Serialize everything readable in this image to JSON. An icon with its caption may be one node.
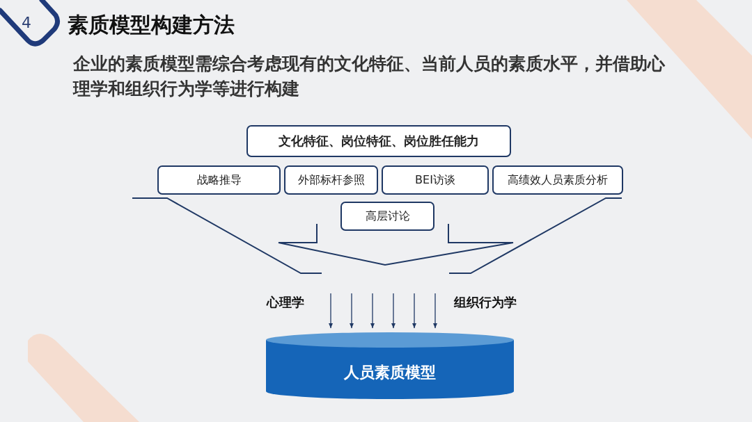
{
  "diagram": {
    "title": "素质模型构建方法",
    "nodes": [
      {
        "text": [
          "文化特征、岗位特征、岗位胜任能力"
        ]
      },
      {
        "text": [
          "战略推导"
        ]
      },
      {
        "text": [
          "外部标杆参照"
        ]
      },
      {
        "text": [
          "BEI访谈"
        ]
      },
      {
        "text": [
          "高绩效人员素质分析"
        ]
      },
      {
        "text": [
          "高层讨论"
        ]
      },
      {
        "text": [
          "人员素质模型"
        ]
      }
    ],
    "edges": [
      {
        "from": null,
        "to": 6,
        "arrow": "to"
      },
      {
        "from": null,
        "to": 6,
        "arrow": "to"
      },
      {
        "from": null,
        "to": 6,
        "arrow": "to"
      },
      {
        "from": null,
        "to": 6,
        "arrow": "to"
      },
      {
        "from": null,
        "to": 6,
        "arrow": "to"
      },
      {
        "from": null,
        "to": 6,
        "arrow": "to"
      }
    ],
    "labels": [
      "4",
      "企业的素质模型需综合考虑现有的文化特征、当前人员的素质水平，并借助心理学和组织行为学等进行构建",
      "心理学",
      "组织行为学"
    ]
  }
}
